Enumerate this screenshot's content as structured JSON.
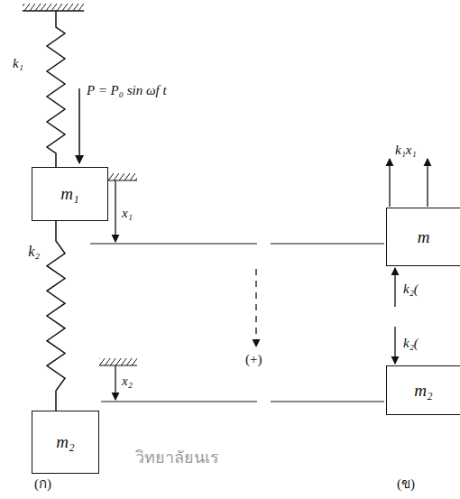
{
  "diagram": {
    "nodes": [
      {
        "text": [
          "m₁"
        ]
      },
      {
        "text": [
          "m₂"
        ]
      },
      {
        "text": [
          "m"
        ]
      },
      {
        "text": [
          "m₂"
        ]
      }
    ],
    "edges": [
      {
        "from": 0,
        "to": 1,
        "arrow": "none",
        "label": "k₂"
      }
    ],
    "labels": [
      "k₁",
      "P = P₀ sin ωf t",
      "x₁",
      "x₂",
      "(+)",
      "k₁x₁",
      "k₂(",
      "k₂(",
      "(ก)",
      "(ข)",
      "วิทยาลัยนเร"
    ]
  }
}
